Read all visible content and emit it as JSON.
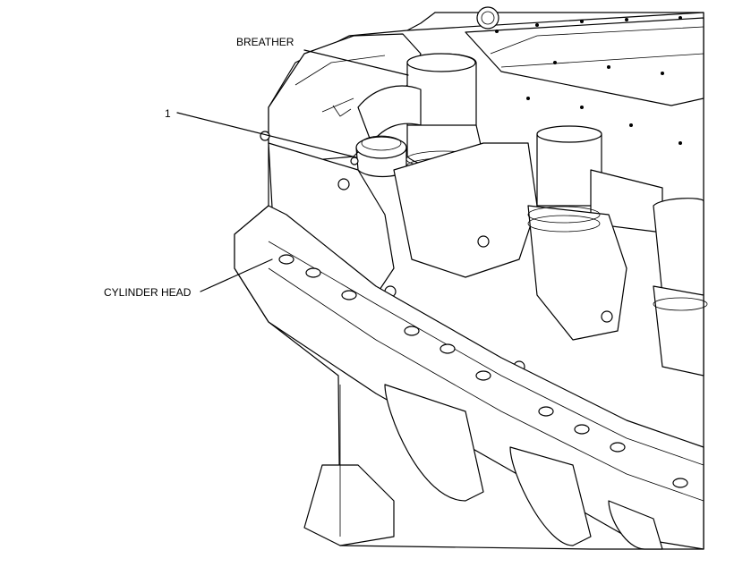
{
  "callouts": {
    "breather": "BREATHER",
    "item_1": "1",
    "cylinder_head": "CYLINDER HEAD"
  }
}
